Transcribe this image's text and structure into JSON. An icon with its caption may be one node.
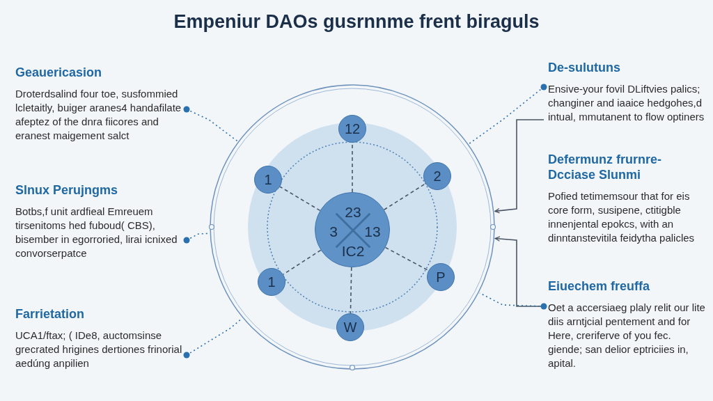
{
  "diagram": {
    "title": "Empeniur DAOs gusrnnme frent biraguls",
    "nodes": [
      {
        "text": [
          "Geauericasion",
          "Droterdsalind four toe, susfommied lcletaitly, buiger aranes4 handafilate afeptez of the dnra fiicores and eranest maigement salct"
        ]
      },
      {
        "text": [
          "Slnux Perujngms",
          "Botbs,f unit ardfieal Emreuem tirsenitoms hed fuboud( CBS), bisember in egorroried, lirai icnixed convorserpatce"
        ]
      },
      {
        "text": [
          "Farrietation",
          "UCA1/ftax; ( IDe8, auctomsinse grecrated hrigines dertiones frinorial aedúng anpilien"
        ]
      },
      {
        "text": [
          "De-sulutuns",
          "Ensive-your fovil DLiftvies palics; changiner and iaaice hedgohes,d intual, mmutanent to flow optiners"
        ]
      },
      {
        "text": [
          "Defermunz frurnre- Dcciase Slunmi",
          "Pofied tetimemsour that for eis core form, susipene, ctitigble innenjental epokcs, with an dinntanstevitila feidytha palicles"
        ]
      },
      {
        "text": [
          "Eiuechem freuffa",
          "Oet a accersiaeg plaly relit our lite diis arntjcial pentement and for Here, creriferve of you fec. giende; san delior eptriciies in, apital."
        ]
      },
      {
        "text": [],
        "shape": "circle"
      },
      {
        "text": [
          "12"
        ],
        "in": 6
      },
      {
        "text": [
          "1"
        ],
        "in": 6
      },
      {
        "text": [
          "2"
        ],
        "in": 6
      },
      {
        "text": [
          "23",
          "3",
          "13",
          "IC2"
        ],
        "in": 6
      },
      {
        "text": [
          "1"
        ],
        "in": 6
      },
      {
        "text": [
          "P"
        ],
        "in": 6
      },
      {
        "text": [
          "W"
        ],
        "in": 6
      }
    ],
    "edges": [
      {
        "from": 0,
        "to": 6,
        "arrow": "other",
        "style": "dashed",
        "color": "#2a6fae"
      },
      {
        "from": 1,
        "to": 6,
        "arrow": "other",
        "style": "dashed",
        "color": "#2a6fae"
      },
      {
        "from": 2,
        "to": 6,
        "arrow": "other",
        "style": "dashed",
        "color": "#2a6fae"
      },
      {
        "from": 3,
        "to": 6,
        "arrow": "other",
        "style": "dashed",
        "color": "#2a6fae"
      },
      {
        "from": 3,
        "to": 6,
        "arrow": "to"
      },
      {
        "from": 5,
        "to": 6,
        "arrow": "to"
      },
      {
        "from": 5,
        "to": 6,
        "arrow": "other",
        "style": "dashed",
        "color": "#2a6fae"
      },
      {
        "from": 10,
        "to": 7,
        "arrow": "none",
        "style": "dashed"
      },
      {
        "from": 10,
        "to": 8,
        "arrow": "none",
        "style": "dashed"
      },
      {
        "from": 10,
        "to": 9,
        "arrow": "none",
        "style": "dashed"
      },
      {
        "from": 10,
        "to": 11,
        "arrow": "none",
        "style": "dashed"
      },
      {
        "from": 10,
        "to": 12,
        "arrow": "none",
        "style": "dashed"
      },
      {
        "from": 10,
        "to": 13,
        "arrow": "none",
        "style": "dashed"
      }
    ]
  }
}
